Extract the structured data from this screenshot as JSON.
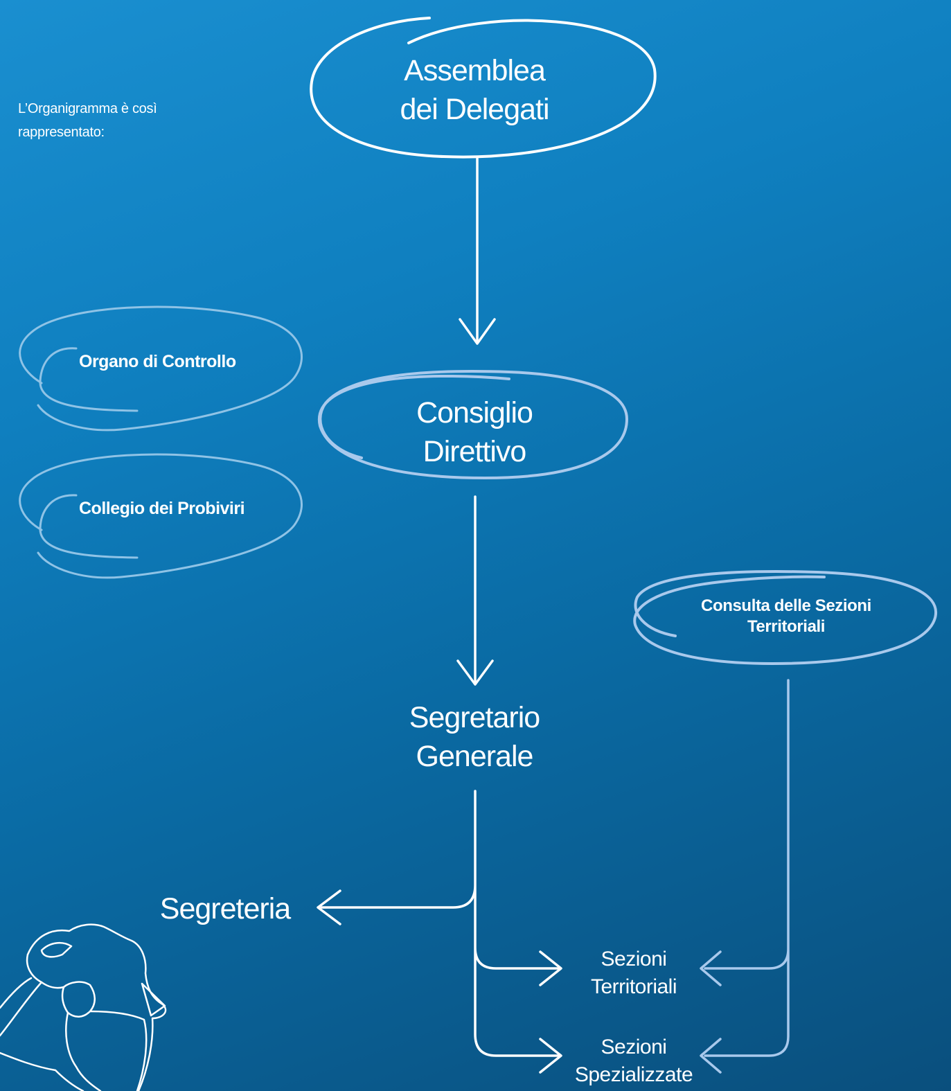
{
  "intro_text": "L’Organigramma è così rappresentato:",
  "nodes": {
    "assemblea": {
      "line1": "Assemblea",
      "line2": "dei Delegati"
    },
    "consiglio": {
      "line1": "Consiglio",
      "line2": "Direttivo"
    },
    "segretario": {
      "line1": "Segretario",
      "line2": "Generale"
    },
    "segreteria": "Segreteria",
    "organo_controllo": "Organo di Controllo",
    "collegio_probiviri": "Collegio dei Probiviri",
    "consulta": {
      "line1": "Consulta delle Sezioni",
      "line2": "Territoriali"
    },
    "sezioni_territoriali": {
      "line1": "Sezioni",
      "line2": "Territoriali"
    },
    "sezioni_spezializzate": {
      "line1": "Sezioni",
      "line2": "Spezializzate"
    }
  },
  "colors": {
    "background_top": "#1a8fd0",
    "background_bottom": "#0a4f7d",
    "main_stroke": "#ffffff",
    "light_stroke": "#a9c9ec",
    "pale_stroke": "#8fc3e6"
  }
}
